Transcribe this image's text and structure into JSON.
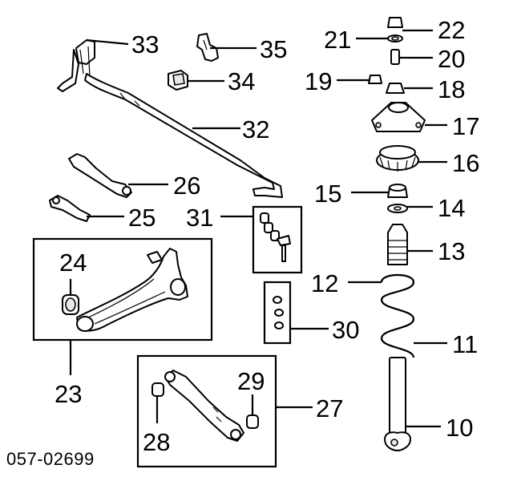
{
  "diagram_code": "057-02699",
  "callouts": {
    "c10": "10",
    "c11": "11",
    "c12": "12",
    "c13": "13",
    "c14": "14",
    "c15": "15",
    "c16": "16",
    "c17": "17",
    "c18": "18",
    "c19": "19",
    "c20": "20",
    "c21": "21",
    "c22": "22",
    "c23": "23",
    "c24": "24",
    "c25": "25",
    "c26": "26",
    "c27": "27",
    "c28": "28",
    "c29": "29",
    "c30": "30",
    "c31": "31",
    "c32": "32",
    "c33": "33",
    "c34": "34",
    "c35": "35"
  }
}
